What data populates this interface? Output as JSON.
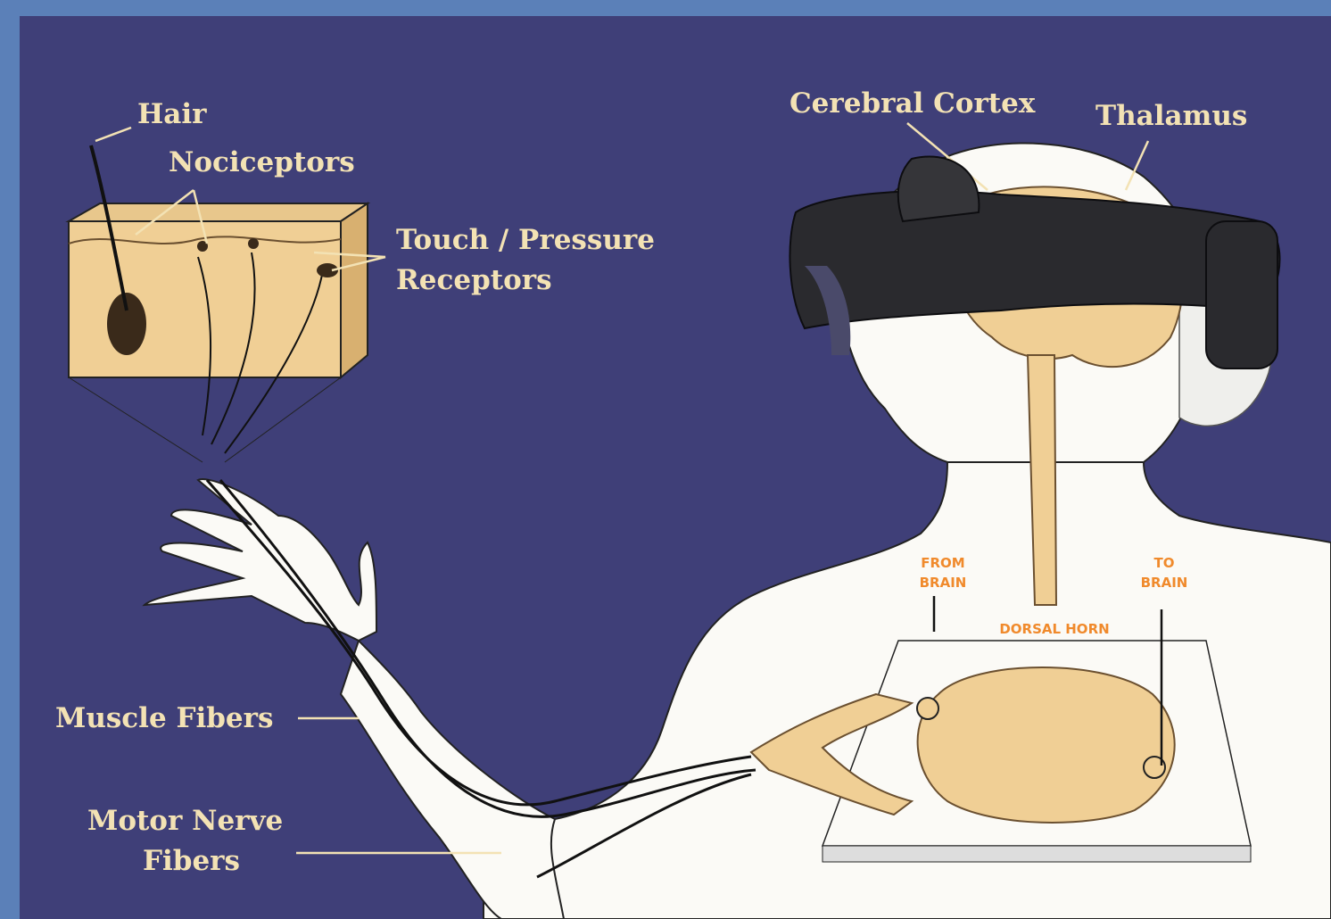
{
  "labels": {
    "hair": "Hair",
    "nociceptors": "Nociceptors",
    "touch_pressure_line1": "Touch / Pressure",
    "touch_pressure_line2": "Receptors",
    "cerebral_cortex": "Cerebral Cortex",
    "thalamus": "Thalamus",
    "muscle_fibers": "Muscle Fibers",
    "motor_nerve_line1": "Motor Nerve",
    "motor_nerve_line2": "Fibers",
    "from_brain_line1": "FROM",
    "from_brain_line2": "BRAIN",
    "to_brain_line1": "TO",
    "to_brain_line2": "BRAIN",
    "dorsal_horn": "DORSAL HORN"
  },
  "colors": {
    "frame": "#5b80b8",
    "background": "#3f3f78",
    "label_text": "#f3e2b4",
    "tissue": "#f0cf95",
    "body_outline": "#ffffff",
    "annotation_orange": "#f08a2c",
    "headset": "#2a2a2e"
  }
}
